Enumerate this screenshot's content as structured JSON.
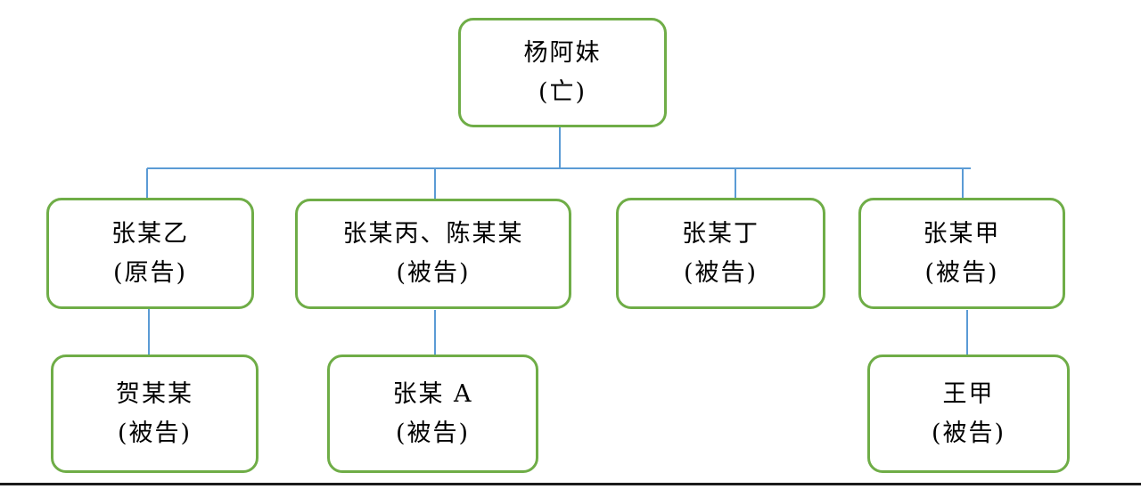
{
  "diagram": {
    "kind": "family-relationship-tree",
    "description_language": "zh-CN"
  },
  "nodes": [
    {
      "id": "yang-amei",
      "name": "杨阿妹",
      "role": "(亡)"
    },
    {
      "id": "zhang-mou-yi",
      "name": "张某乙",
      "role": "(原告)"
    },
    {
      "id": "zhang-mou-bing-chen-mou-mou",
      "name": "张某丙、陈某某",
      "role": "(被告)"
    },
    {
      "id": "zhang-mou-ding",
      "name": "张某丁",
      "role": "(被告)"
    },
    {
      "id": "zhang-mou-jia",
      "name": "张某甲",
      "role": "(被告)"
    },
    {
      "id": "he-mou-mou",
      "name": "贺某某",
      "role": "(被告)"
    },
    {
      "id": "zhang-mou-a",
      "name": "张某 A",
      "role": "(被告)"
    },
    {
      "id": "wang-jia",
      "name": "王甲",
      "role": "(被告)"
    }
  ],
  "edges": [
    {
      "from": "yang-amei",
      "to": "zhang-mou-yi"
    },
    {
      "from": "yang-amei",
      "to": "zhang-mou-bing-chen-mou-mou"
    },
    {
      "from": "yang-amei",
      "to": "zhang-mou-ding"
    },
    {
      "from": "yang-amei",
      "to": "zhang-mou-jia"
    },
    {
      "from": "zhang-mou-yi",
      "to": "he-mou-mou"
    },
    {
      "from": "zhang-mou-bing-chen-mou-mou",
      "to": "zhang-mou-a"
    },
    {
      "from": "zhang-mou-jia",
      "to": "wang-jia"
    }
  ],
  "colors": {
    "box_border": "#6fad47",
    "connector": "#5b9bd5",
    "text": "#000000",
    "rule": "#1c1c1c",
    "background": "#ffffff"
  }
}
